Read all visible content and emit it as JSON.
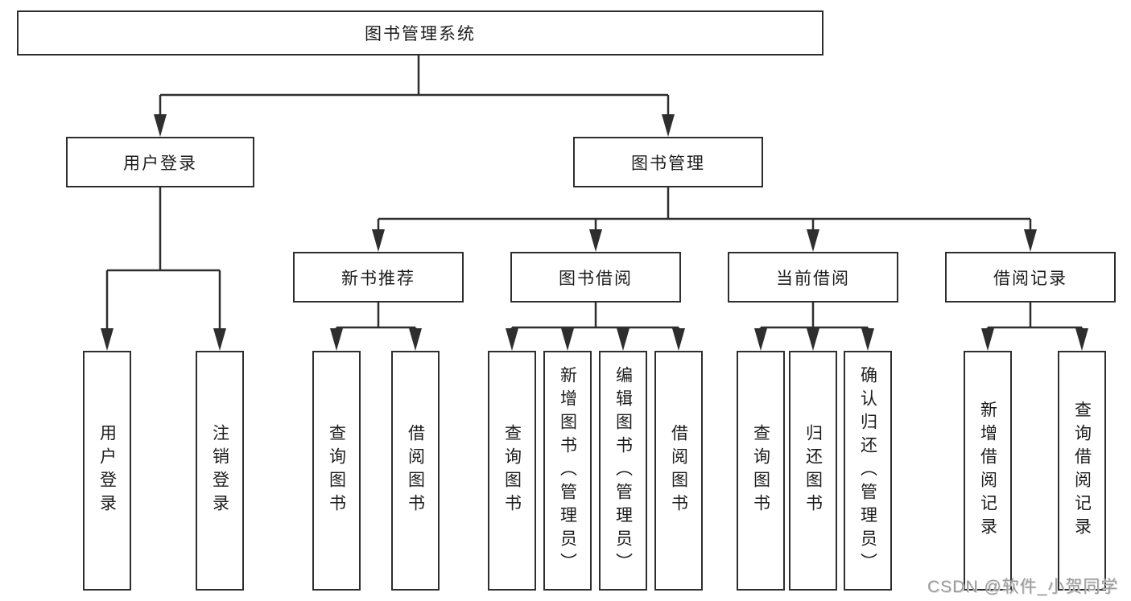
{
  "tree": {
    "root": {
      "label": "图书管理系统"
    },
    "branches": [
      {
        "label": "用户登录",
        "children": [
          {
            "label": "用户登录"
          },
          {
            "label": "注销登录"
          }
        ]
      },
      {
        "label": "图书管理",
        "children": [
          {
            "label": "新书推荐",
            "children": [
              {
                "label": "查询图书"
              },
              {
                "label": "借阅图书"
              }
            ]
          },
          {
            "label": "图书借阅",
            "children": [
              {
                "label": "查询图书"
              },
              {
                "label": "新增图书（管理员）"
              },
              {
                "label": "编辑图书（管理员）"
              },
              {
                "label": "借阅图书"
              }
            ]
          },
          {
            "label": "当前借阅",
            "children": [
              {
                "label": "查询图书"
              },
              {
                "label": "归还图书"
              },
              {
                "label": "确认归还（管理员）"
              }
            ]
          },
          {
            "label": "借阅记录",
            "children": [
              {
                "label": "新增借阅记录"
              },
              {
                "label": "查询借阅记录"
              }
            ]
          }
        ]
      }
    ]
  },
  "watermark": {
    "text": "CSDN @软件_小贺同学"
  },
  "colors": {
    "line": "#2e2e2e",
    "text": "#1c1c1c",
    "watermark": "#9c9c9c",
    "background": "#ffffff"
  }
}
